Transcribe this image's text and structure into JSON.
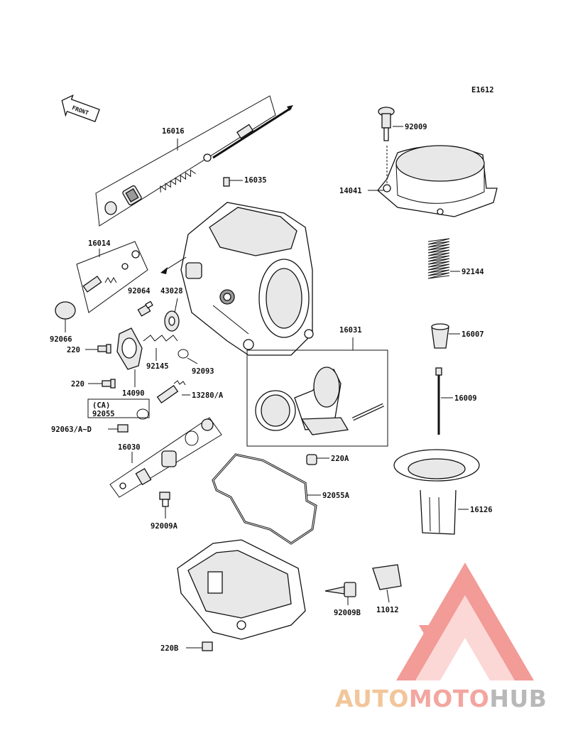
{
  "diagram": {
    "code": "E1612",
    "front_label": "FRONT",
    "part_labels": {
      "p92009": "92009",
      "p14041": "14041",
      "p92144": "92144",
      "p16007": "16007",
      "p16009": "16009",
      "p16126": "16126",
      "p16016": "16016",
      "p16035": "16035",
      "p16014": "16014",
      "p92064": "92064",
      "p43028": "43028",
      "p92066": "92066",
      "p220a": "220",
      "p220b": "220",
      "p92145": "92145",
      "p92093": "92093",
      "p14090": "14090",
      "p13280": "13280/A",
      "ca": "(CA)",
      "p92055": "92055",
      "p92063": "92063/A~D",
      "p16030": "16030",
      "p16031": "16031",
      "p220A": "220A",
      "p92055A": "92055A",
      "p92009A": "92009A",
      "p92009B": "92009B",
      "p11012": "11012",
      "p220B": "220B"
    }
  },
  "watermark": {
    "part1": "AUTO",
    "part2": "MOTO",
    "part3": "HUB",
    "color_auto": "#f2c69a",
    "color_moto": "#f3a6a0",
    "color_hub": "#b8b8b8",
    "logo_color": "#f08a86"
  }
}
